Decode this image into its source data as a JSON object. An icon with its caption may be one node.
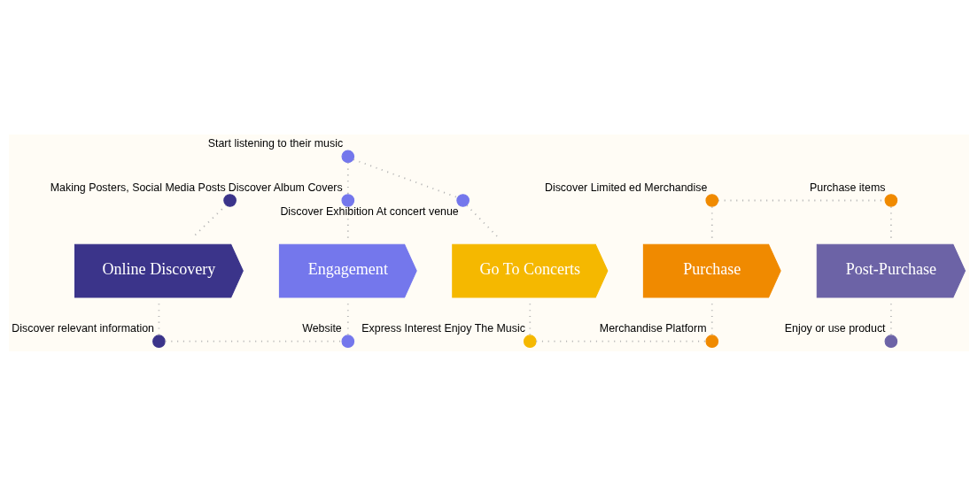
{
  "diagram": {
    "nodes": [
      {
        "text": [
          "Online Discovery"
        ]
      },
      {
        "text": [
          "Engagement"
        ]
      },
      {
        "text": [
          "Go To Concerts"
        ]
      },
      {
        "text": [
          "Purchase"
        ]
      },
      {
        "text": [
          "Post-Purchase"
        ]
      },
      {
        "text": [],
        "shape": "circle",
        "beside": [
          "Making Posters, Social Media Posts"
        ]
      },
      {
        "text": [],
        "shape": "circle",
        "beside": [
          "Discover relevant information"
        ]
      },
      {
        "text": [],
        "shape": "circle",
        "beside": [
          "Discover Album Covers"
        ]
      },
      {
        "text": [],
        "shape": "circle",
        "beside": [
          "Website"
        ]
      },
      {
        "text": [],
        "shape": "circle",
        "beside": [
          "Start listening to their music"
        ]
      },
      {
        "text": [],
        "shape": "circle",
        "beside": [
          "Discover Exhibition At concert venue"
        ]
      },
      {
        "text": [],
        "shape": "circle",
        "beside": [
          "Express Interest Enjoy The Music"
        ]
      },
      {
        "text": [],
        "shape": "circle",
        "beside": [
          "Discover Limited ed Merchandise"
        ]
      },
      {
        "text": [],
        "shape": "circle",
        "beside": [
          "Merchandise Platform"
        ]
      },
      {
        "text": [],
        "shape": "circle",
        "beside": [
          "Purchase items"
        ]
      },
      {
        "text": [],
        "shape": "circle",
        "beside": [
          "Enjoy or use product"
        ]
      }
    ],
    "edges": [
      {
        "from": 5,
        "to": 0,
        "arrow": "none",
        "style": "dashed"
      },
      {
        "from": 0,
        "to": 6,
        "arrow": "none",
        "style": "dashed"
      },
      {
        "from": 6,
        "to": 8,
        "arrow": "none",
        "style": "dashed"
      },
      {
        "from": 8,
        "to": 1,
        "arrow": "none",
        "style": "dashed"
      },
      {
        "from": 1,
        "to": 7,
        "arrow": "none",
        "style": "dashed"
      },
      {
        "from": 7,
        "to": 9,
        "arrow": "none",
        "style": "dashed"
      },
      {
        "from": 9,
        "to": 10,
        "arrow": "none",
        "style": "dashed"
      },
      {
        "from": 10,
        "to": 2,
        "arrow": "none",
        "style": "dashed"
      },
      {
        "from": 2,
        "to": 11,
        "arrow": "none",
        "style": "dashed"
      },
      {
        "from": 11,
        "to": 13,
        "arrow": "none",
        "style": "dashed"
      },
      {
        "from": 13,
        "to": 3,
        "arrow": "none",
        "style": "dashed"
      },
      {
        "from": 3,
        "to": 12,
        "arrow": "none",
        "style": "dashed"
      },
      {
        "from": 12,
        "to": 14,
        "arrow": "none",
        "style": "dashed"
      },
      {
        "from": 14,
        "to": 4,
        "arrow": "none",
        "style": "dashed"
      },
      {
        "from": 4,
        "to": 15,
        "arrow": "none",
        "style": "dashed"
      }
    ]
  }
}
